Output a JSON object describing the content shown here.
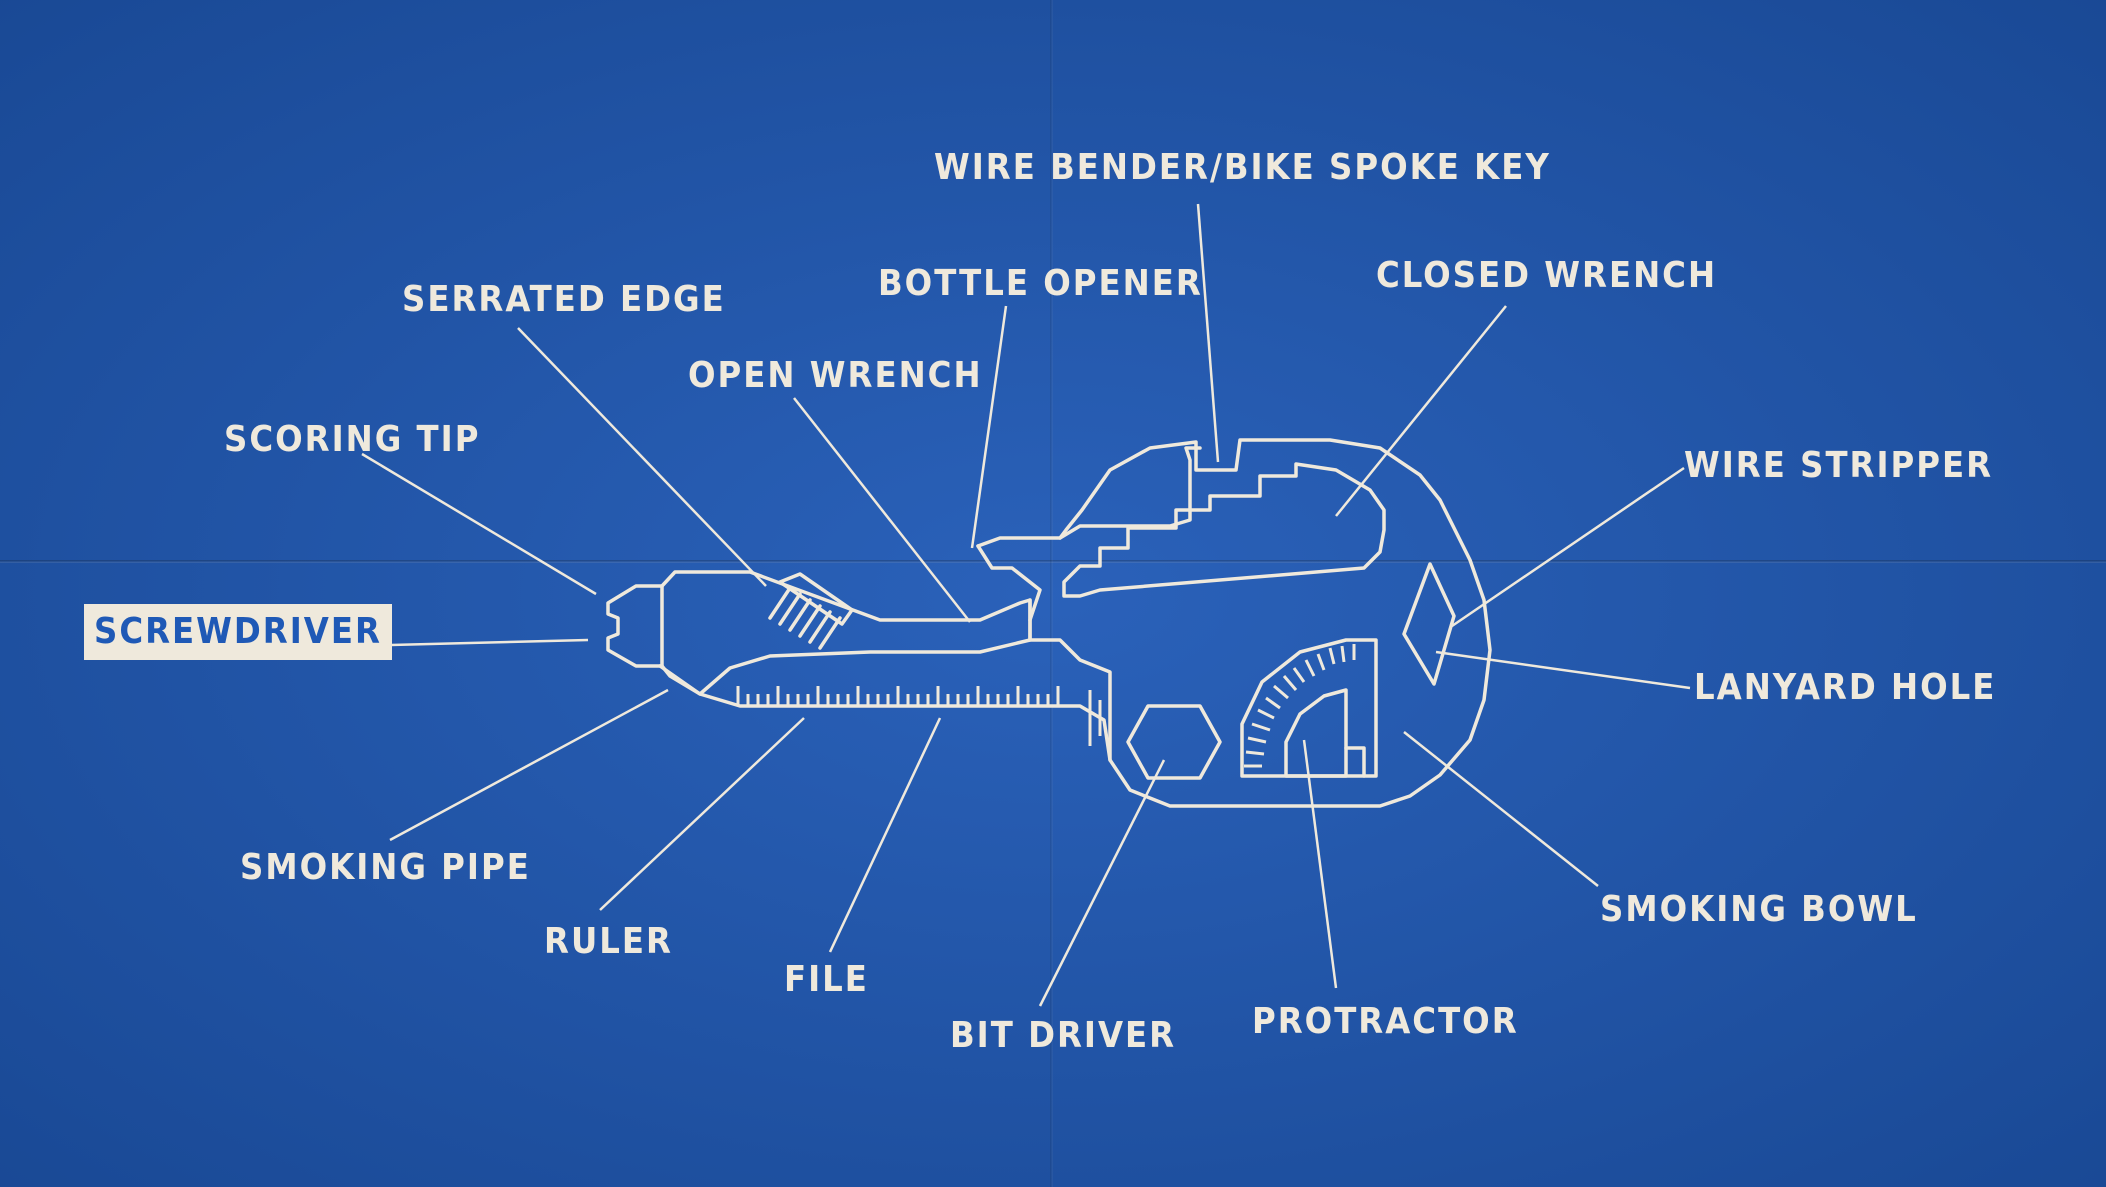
{
  "diagram": {
    "labels": {
      "wire_bender": "WIRE BENDER/BIKE SPOKE KEY",
      "bottle_opener": "BOTTLE OPENER",
      "closed_wrench": "CLOSED WRENCH",
      "serrated_edge": "SERRATED EDGE",
      "open_wrench": "OPEN WRENCH",
      "scoring_tip": "SCORING TIP",
      "wire_stripper": "WIRE STRIPPER",
      "screwdriver": "SCREWDRIVER",
      "lanyard_hole": "LANYARD HOLE",
      "smoking_pipe": "SMOKING PIPE",
      "smoking_bowl": "SMOKING BOWL",
      "ruler": "RULER",
      "file": "FILE",
      "bit_driver": "BIT DRIVER",
      "protractor": "PROTRACTOR"
    },
    "highlighted": "screwdriver",
    "colors": {
      "background": "#1f59b6",
      "ink": "#efe9dc"
    }
  }
}
